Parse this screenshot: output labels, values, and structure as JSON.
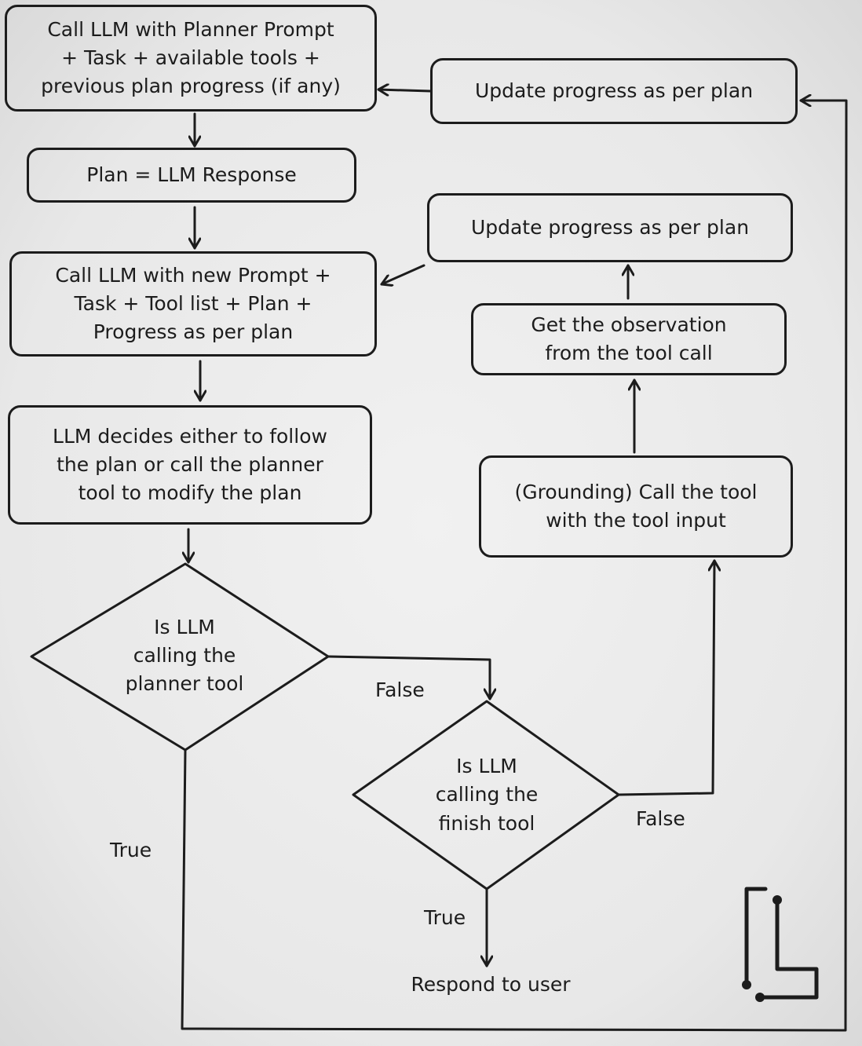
{
  "nodes": {
    "n1": "Call LLM with Planner Prompt\n+ Task + available tools +\nprevious plan progress (if any)",
    "n2": "Plan = LLM Response",
    "n3": "Call LLM with new Prompt +\nTask + Tool list + Plan +\nProgress as per plan",
    "n4": "LLM decides either to follow\nthe plan or call the planner\ntool to modify the plan",
    "d1": "Is LLM\ncalling the\nplanner tool",
    "d2": "Is LLM\ncalling the\nfinish tool",
    "r1": "Update progress as per plan",
    "r2": "Update progress as per plan",
    "r3": "Get the observation\nfrom the tool call",
    "r4": "(Grounding) Call the tool\nwith the tool input",
    "end": "Respond to user"
  },
  "edge_labels": {
    "d1_false": "False",
    "d1_true": "True",
    "d2_false": "False",
    "d2_true": "True"
  },
  "colors": {
    "ink": "#1c1c1c",
    "background": "#ececec"
  },
  "logo": "L-shaped circuit logo"
}
